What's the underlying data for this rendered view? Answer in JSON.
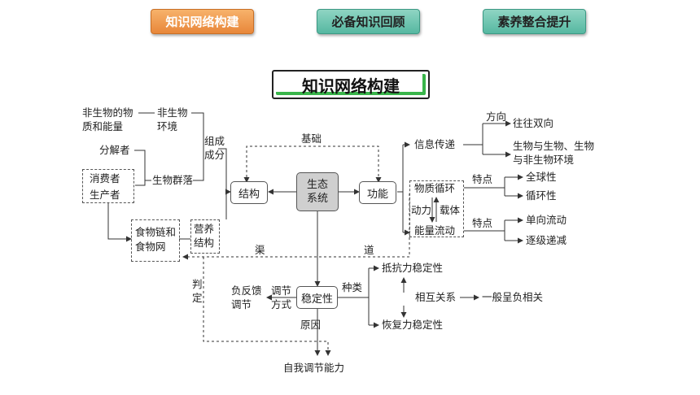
{
  "nav": {
    "tab1": "知识网络构建",
    "tab2": "必备知识回顾",
    "tab3": "素养整合提升"
  },
  "banner": "知识网络构建",
  "diagram": {
    "nonbio_matter": "非生物的物质和能量",
    "nonbio_env": "非生物环境",
    "composition": "组成成分",
    "decomposer": "分解者",
    "consumer": "消费者",
    "producer": "生产者",
    "community": "生物群落",
    "foodweb": "食物链和食物网",
    "trophic": "营养结构",
    "structure": "结构",
    "ecosystem": "生态系统",
    "function": "功能",
    "basis": "基础",
    "channel_1": "渠",
    "channel_2": "道",
    "info": "信息传递",
    "direction": "方向",
    "bidirectional": "往往双向",
    "info_targets": "生物与生物、生物与非生物环境",
    "material": "物质循环",
    "energy": "能量流动",
    "power": "动力",
    "carrier": "载体",
    "feature1": "特点",
    "global": "全球性",
    "cyclic": "循环性",
    "feature2": "特点",
    "oneway": "单向流动",
    "decreasing": "逐级递减",
    "judge": "判定",
    "stability": "稳定性",
    "types": "种类",
    "resistance": "抵抗力稳定性",
    "relation": "相互关系",
    "negative": "一般呈负相关",
    "resilience": "恢复力稳定性",
    "reg_mode": "调节方式",
    "neg_feedback": "负反馈调节",
    "cause": "原因",
    "self_reg": "自我调节能力"
  },
  "colors": {
    "orange_tab": "#e8873a",
    "teal_tab": "#56b8a1",
    "core_fill": "#cfcfcf",
    "banner_accent": "#39b54a"
  }
}
